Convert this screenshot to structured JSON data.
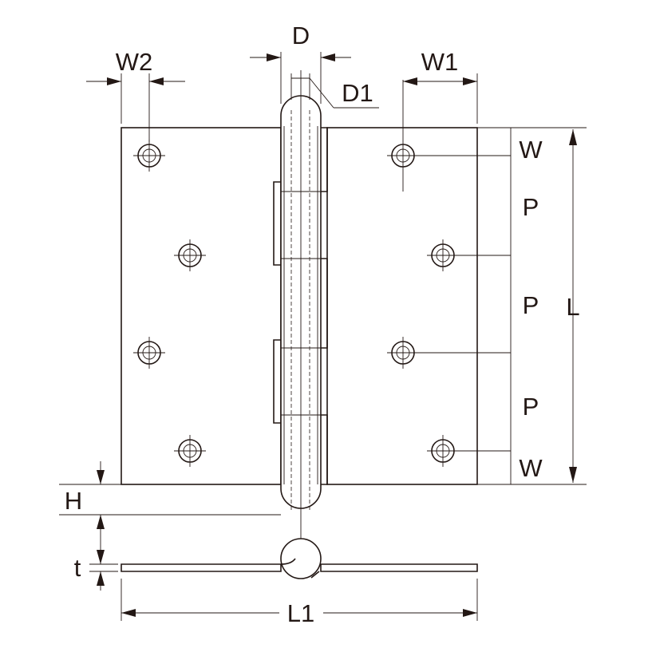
{
  "labels": {
    "d": "D",
    "d1": "D1",
    "w1": "W1",
    "w2": "W2",
    "w_top": "W",
    "p1": "P",
    "p2": "P",
    "p3": "P",
    "w_bottom": "W",
    "l": "L",
    "h": "H",
    "t": "t",
    "l1": "L1"
  }
}
